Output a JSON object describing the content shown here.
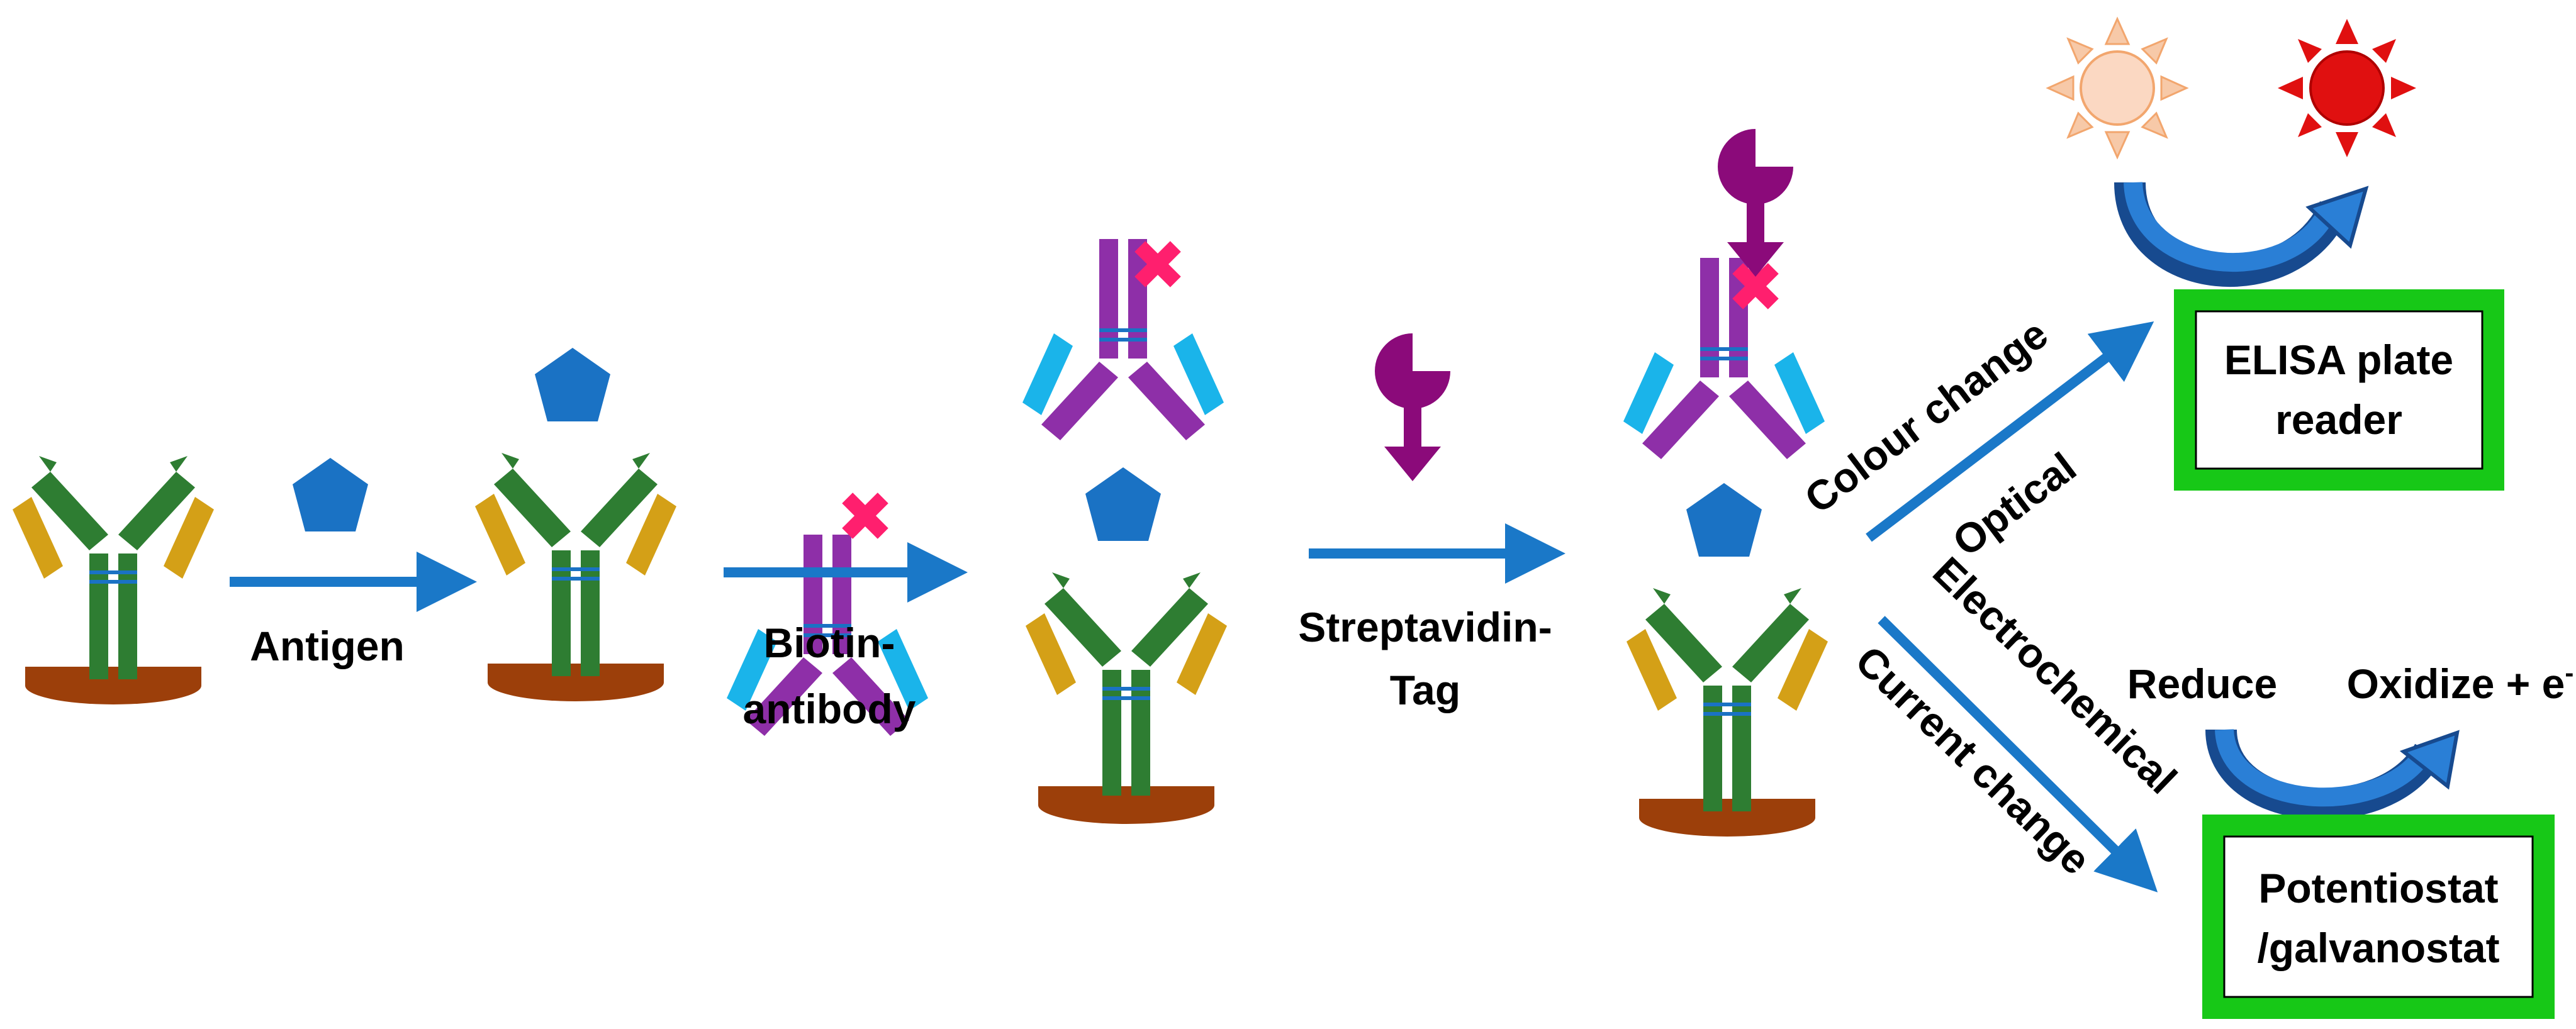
{
  "steps": {
    "antigen": "Antigen",
    "biotin_line1": "Biotin-",
    "biotin_line2": "antibody",
    "strep_line1": "Streptavidin-",
    "strep_line2": "Tag"
  },
  "optical_path": {
    "upper_label": "Colour change",
    "lower_label": "Optical",
    "box_line1": "ELISA plate",
    "box_line2": "reader"
  },
  "electrochemical_path": {
    "upper_label": "Electrochemical",
    "lower_label": "Current change",
    "reduce": "Reduce",
    "oxidize": "Oxidize + e",
    "oxidize_sup": "-",
    "box_line1": "Potentiostat",
    "box_line2": "/galvanostat"
  },
  "colors": {
    "capture_antibody": "#2e7d32",
    "antibody_arms": "#d4a017",
    "base": "#9c3f0a",
    "antigen": "#1a72c4",
    "detection_antibody": "#8e2fa8",
    "detection_arms": "#1ab4ea",
    "biotin": "#ff1f6e",
    "streptavidin_tag": "#8b0a7a",
    "arrow": "#1a78c8",
    "box_border": "#17c817",
    "sun_light": "#f7c9a8",
    "sun_red": "#e01010"
  }
}
